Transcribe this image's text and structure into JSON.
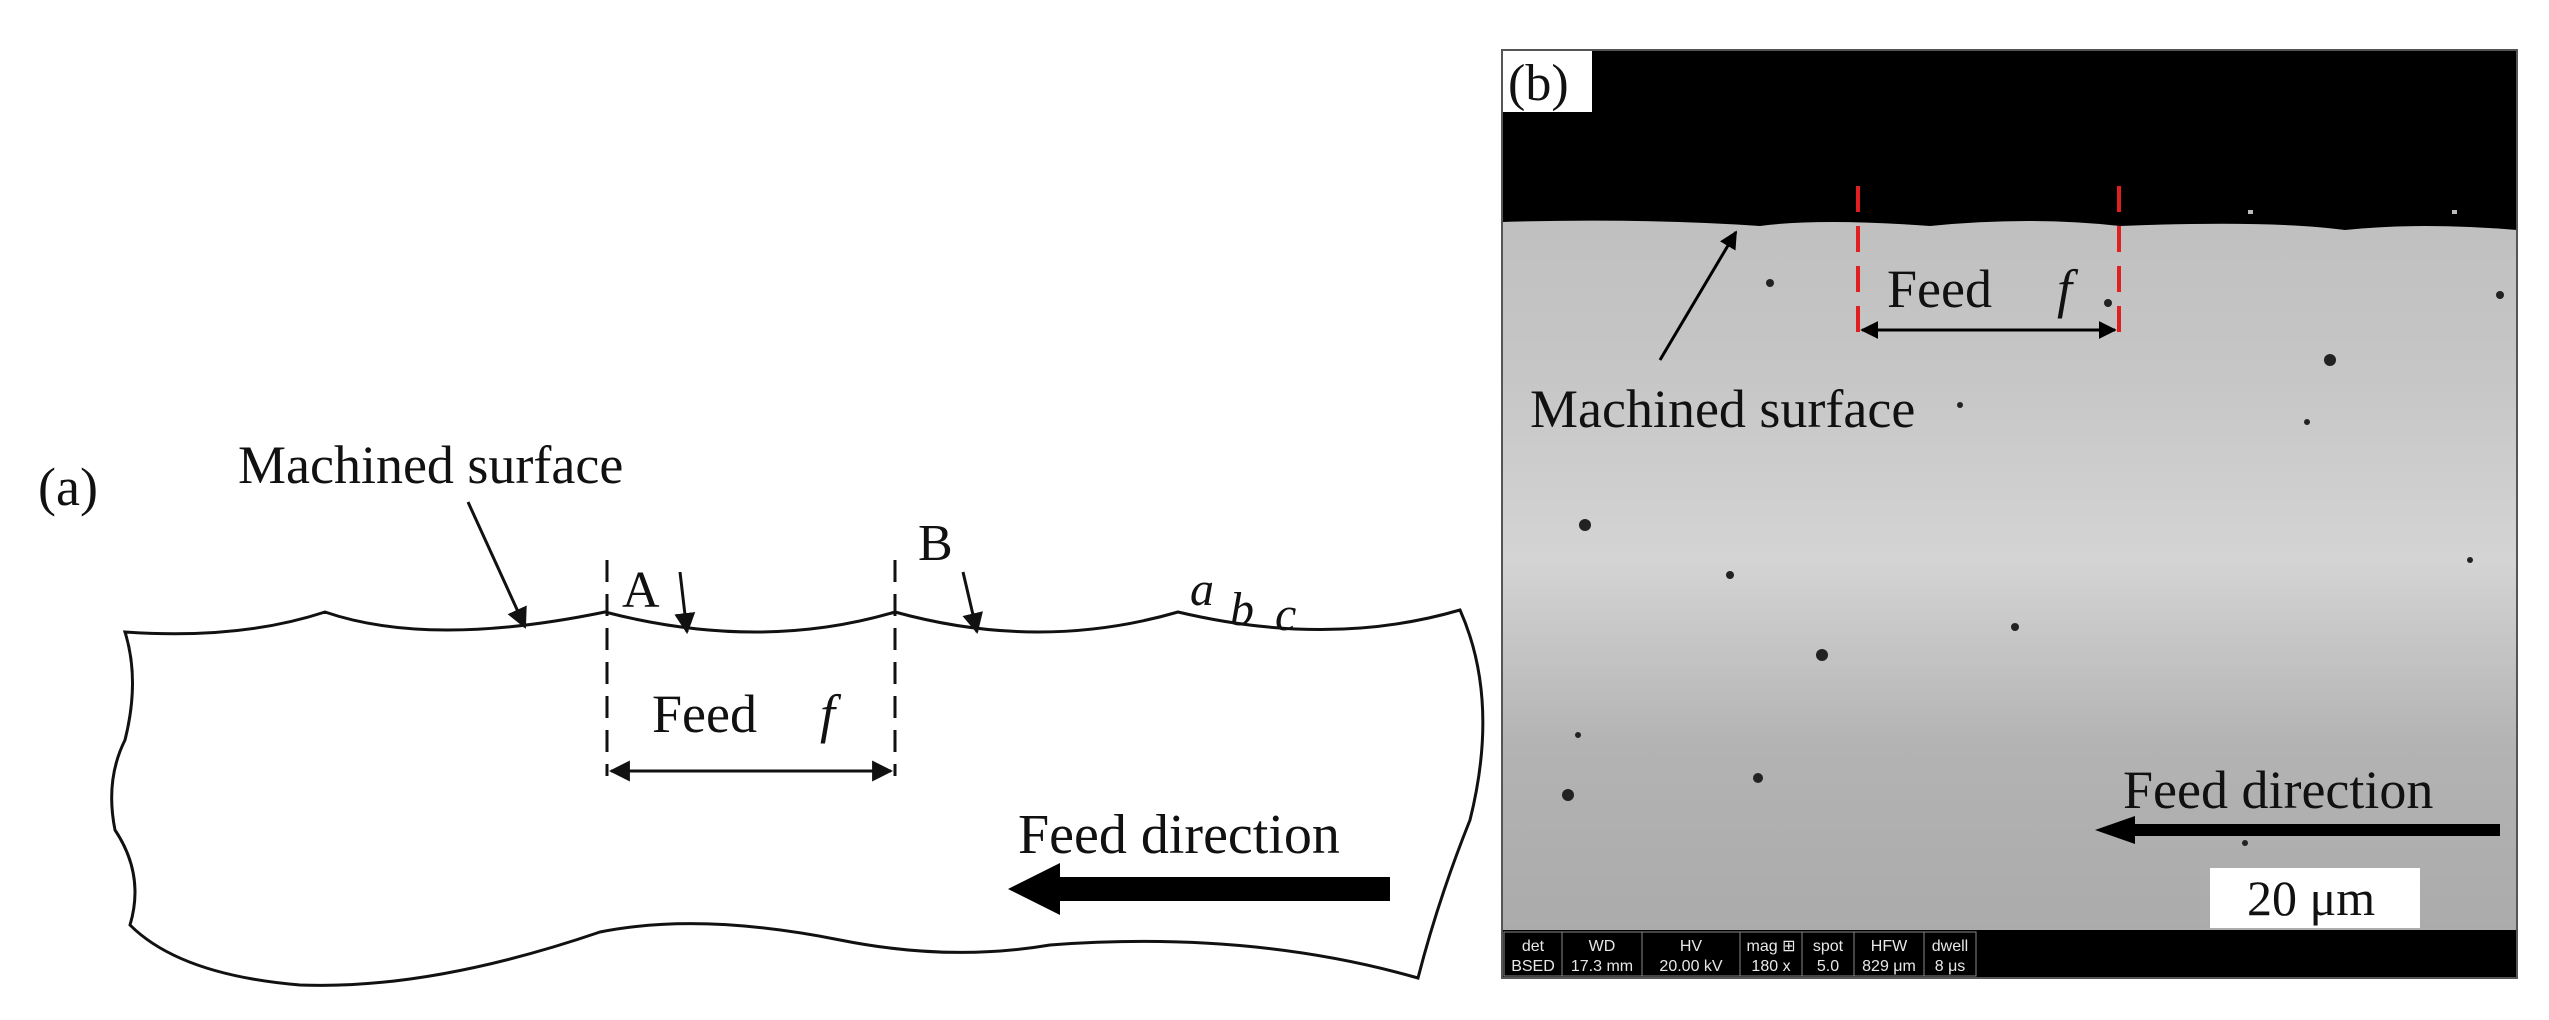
{
  "panel_a": {
    "label": "(a)",
    "machined_surface_label": "Machined surface",
    "point_a_label": "A",
    "point_b_label": "B",
    "scallop_letters": [
      "a",
      "b",
      "c"
    ],
    "feed_label": "Feed",
    "feed_symbol": "f",
    "feed_direction_label": "Feed direction"
  },
  "panel_b": {
    "label": "(b)",
    "feed_label": "Feed",
    "feed_symbol": "f",
    "machined_surface_label": "Machined surface",
    "feed_direction_label": "Feed direction",
    "scale_bar_label": "20 μm",
    "sem_info": {
      "headers": [
        "det",
        "WD",
        "HV",
        "mag ⊞",
        "spot",
        "HFW",
        "dwell"
      ],
      "values": [
        "BSED",
        "17.3 mm",
        "20.00 kV",
        "180 x",
        "5.0",
        "829 μm",
        "8 μs"
      ]
    }
  },
  "colors": {
    "line": "#111111",
    "sem_background": "#b4b4b4",
    "sem_black": "#000000",
    "feed_marker_red": "#e02020"
  }
}
